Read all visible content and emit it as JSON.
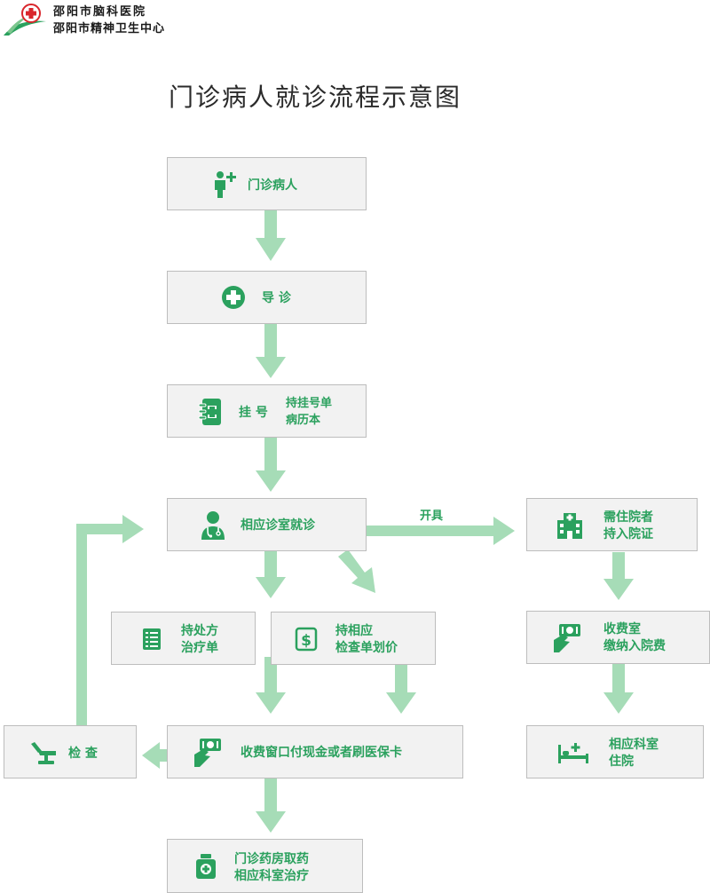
{
  "header": {
    "hospital_name_1": "邵阳市脑科医院",
    "hospital_name_2": "邵阳市精神卫生中心"
  },
  "title": "门诊病人就诊流程示意图",
  "colors": {
    "accent": "#2ba15e",
    "arrow": "#a6dcb7",
    "box_bg": "#f2f2f2",
    "box_border": "#bdbdbd",
    "logo_red": "#d9262c"
  },
  "nodes": {
    "outpatient": {
      "label": "门诊病人",
      "icon": "patient-plus-icon"
    },
    "guide": {
      "label": "导 诊",
      "icon": "medical-cross-icon"
    },
    "register": {
      "label": "挂 号",
      "note_1": "持挂号单",
      "note_2": "病历本",
      "icon": "medical-notebook-icon"
    },
    "consult": {
      "label": "相应诊室就诊",
      "icon": "doctor-icon"
    },
    "prescription": {
      "line_1": "持处方",
      "line_2": "治疗单",
      "icon": "checklist-icon"
    },
    "exam_bill": {
      "line_1": "持相应",
      "line_2": "检查单划价",
      "icon": "dollar-icon"
    },
    "payment": {
      "label": "收费窗口付现金或者刷医保卡",
      "icon": "cash-hand-icon"
    },
    "exam": {
      "label": "检 查",
      "icon": "exam-chair-icon"
    },
    "pharmacy": {
      "line_1": "门诊药房取药",
      "line_2": "相应科室治疗",
      "icon": "medicine-bottle-icon"
    },
    "admission_cert": {
      "line_1": "需住院者",
      "line_2": "持入院证",
      "icon": "hospital-building-icon"
    },
    "cashier": {
      "line_1": "收费室",
      "line_2": "缴纳入院费",
      "icon": "cash-hand-icon"
    },
    "ward": {
      "line_1": "相应科室",
      "line_2": "住院",
      "icon": "hospital-bed-icon"
    }
  },
  "edges": {
    "issue_label": "开具"
  }
}
